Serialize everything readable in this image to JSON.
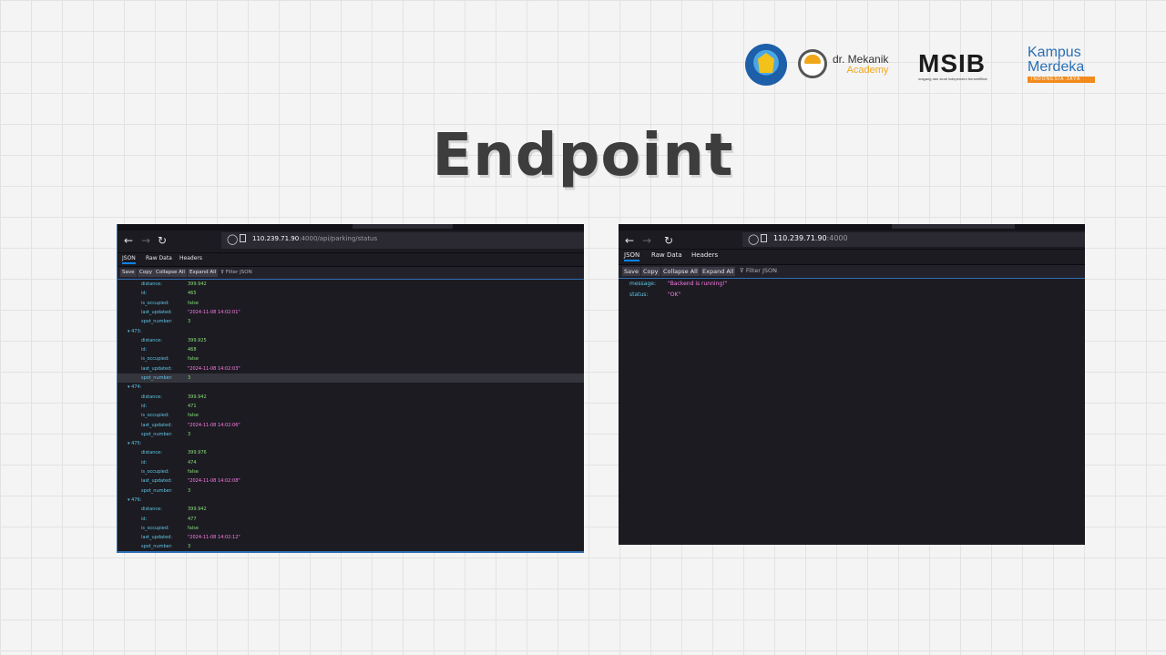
{
  "title": "Endpoint",
  "logos": {
    "drm_line1": "dr. Mekanik",
    "drm_line2": "Academy",
    "msib": "MSIB",
    "msib_sub": "magang dan studi independen bersertifikat",
    "kampus_line1": "Kampus",
    "kampus_line2": "Merdeka",
    "kampus_band": "INDONESIA JAYA"
  },
  "left_browser": {
    "url_host": "110.239.71.90",
    "url_rest": ":4000/api/parking/status",
    "tabs": [
      "JSON",
      "Raw Data",
      "Headers"
    ],
    "toolbar": [
      "Save",
      "Copy",
      "Collapse All",
      "Expand All"
    ],
    "filter": "Filter JSON",
    "rows": [
      {
        "type": "kv",
        "k": "distance:",
        "v": "399.942",
        "vt": "num"
      },
      {
        "type": "kv",
        "k": "id:",
        "v": "465",
        "vt": "num"
      },
      {
        "type": "kv",
        "k": "is_occupied:",
        "v": "false",
        "vt": "bool"
      },
      {
        "type": "kv",
        "k": "last_updated:",
        "v": "\"2024-11-08 14:02:01\"",
        "vt": "str"
      },
      {
        "type": "kv",
        "k": "spot_number:",
        "v": "3",
        "vt": "num"
      },
      {
        "type": "group",
        "k": "▾ 473:"
      },
      {
        "type": "kv",
        "k": "distance:",
        "v": "399.925",
        "vt": "num"
      },
      {
        "type": "kv",
        "k": "id:",
        "v": "468",
        "vt": "num"
      },
      {
        "type": "kv",
        "k": "is_occupied:",
        "v": "false",
        "vt": "bool"
      },
      {
        "type": "kv",
        "k": "last_updated:",
        "v": "\"2024-11-08 14:02:03\"",
        "vt": "str"
      },
      {
        "type": "kv",
        "k": "spot_number:",
        "v": "3",
        "vt": "num",
        "hl": true
      },
      {
        "type": "group",
        "k": "▾ 474:"
      },
      {
        "type": "kv",
        "k": "distance:",
        "v": "399.942",
        "vt": "num"
      },
      {
        "type": "kv",
        "k": "id:",
        "v": "471",
        "vt": "num"
      },
      {
        "type": "kv",
        "k": "is_occupied:",
        "v": "false",
        "vt": "bool"
      },
      {
        "type": "kv",
        "k": "last_updated:",
        "v": "\"2024-11-08 14:02:06\"",
        "vt": "str"
      },
      {
        "type": "kv",
        "k": "spot_number:",
        "v": "3",
        "vt": "num"
      },
      {
        "type": "group",
        "k": "▾ 475:"
      },
      {
        "type": "kv",
        "k": "distance:",
        "v": "399.976",
        "vt": "num"
      },
      {
        "type": "kv",
        "k": "id:",
        "v": "474",
        "vt": "num"
      },
      {
        "type": "kv",
        "k": "is_occupied:",
        "v": "false",
        "vt": "bool"
      },
      {
        "type": "kv",
        "k": "last_updated:",
        "v": "\"2024-11-08 14:02:08\"",
        "vt": "str"
      },
      {
        "type": "kv",
        "k": "spot_number:",
        "v": "3",
        "vt": "num"
      },
      {
        "type": "group",
        "k": "▾ 476:"
      },
      {
        "type": "kv",
        "k": "distance:",
        "v": "399.942",
        "vt": "num"
      },
      {
        "type": "kv",
        "k": "id:",
        "v": "477",
        "vt": "num"
      },
      {
        "type": "kv",
        "k": "is_occupied:",
        "v": "false",
        "vt": "bool"
      },
      {
        "type": "kv",
        "k": "last_updated:",
        "v": "\"2024-11-08 14:02:12\"",
        "vt": "str"
      },
      {
        "type": "kv",
        "k": "spot_number:",
        "v": "3",
        "vt": "num"
      }
    ]
  },
  "right_browser": {
    "url_host": "110.239.71.90",
    "url_rest": ":4000",
    "tabs": [
      "JSON",
      "Raw Data",
      "Headers"
    ],
    "toolbar": [
      "Save",
      "Copy",
      "Collapse All",
      "Expand All"
    ],
    "filter": "Filter JSON",
    "rows": [
      {
        "type": "kv",
        "k": "message:",
        "v": "\"Backend is running!\"",
        "vt": "str"
      },
      {
        "type": "kv",
        "k": "status:",
        "v": "\"OK\"",
        "vt": "str"
      }
    ]
  },
  "colors": {
    "key": "#5ec8e6",
    "number": "#86de74",
    "string": "#ff7de9",
    "accent": "#0a84ff"
  }
}
